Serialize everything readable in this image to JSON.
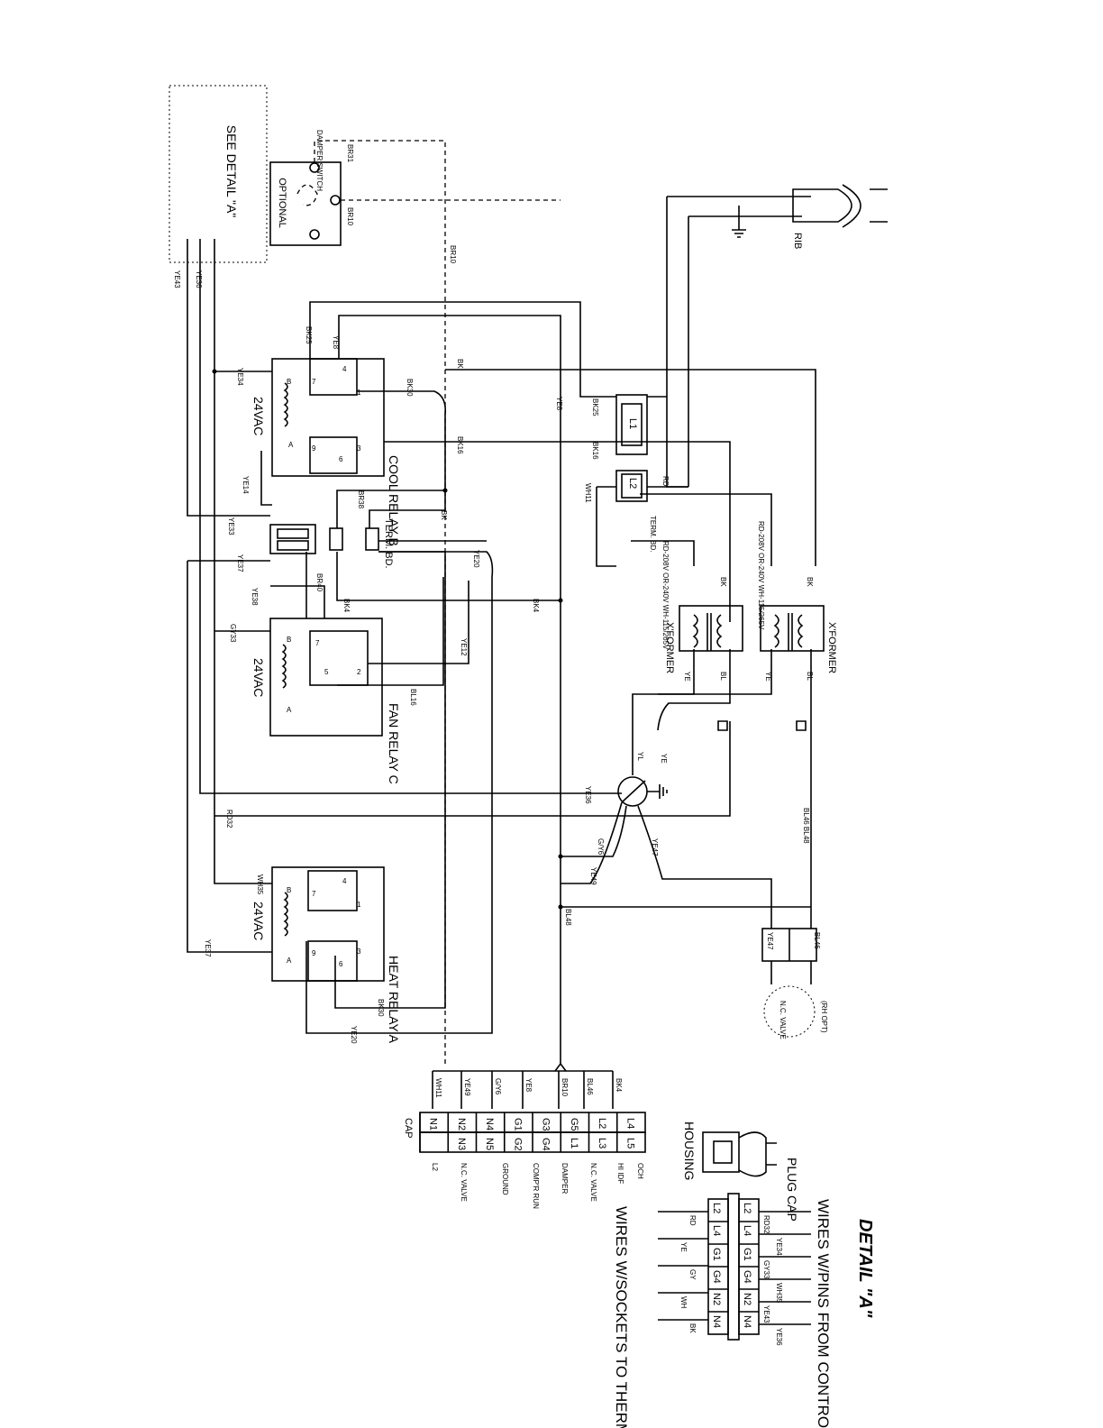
{
  "optional_box": {
    "see_detail": "SEE DETAIL \"A\"",
    "optional": "OPTIONAL",
    "damper_switch": "DAMPER SWITCH"
  },
  "power": {
    "cord_label": "RIB"
  },
  "cool_relay": {
    "coil_voltage": "24VAC",
    "name": "COOL RELAY B",
    "t7": "7",
    "t4": "4",
    "t1": "1",
    "t9": "9",
    "t6": "6",
    "t3": "3",
    "ta": "A",
    "tb": "B"
  },
  "fan_relay": {
    "coil_voltage": "24VAC",
    "name": "FAN RELAY C",
    "t7": "7",
    "t5": "5",
    "t2": "2",
    "ta": "A",
    "tb": "B"
  },
  "heat_relay": {
    "coil_voltage": "24VAC",
    "name": "HEAT RELAY A",
    "t7": "7",
    "t4": "4",
    "t1": "1",
    "t9": "9",
    "t6": "6",
    "t3": "3",
    "ta": "A",
    "tb": "B"
  },
  "term_bd_left": "TERM. BD.",
  "term_bd_right": "TERM. BD.",
  "term_l1": "L1",
  "term_l2": "L2",
  "xformer1": {
    "label": "X'FORMER",
    "primary": "RD-208V OR-240V WH-115/265V",
    "ye": "YE",
    "bl": "BL",
    "bk": "BK"
  },
  "xformer2": {
    "label": "X'FORMER",
    "primary": "RD-208V OR-240V WH-115/265V",
    "ye": "YE",
    "bl": "BL",
    "bk": "BK"
  },
  "valve": {
    "label": "N.C. VALVE",
    "note": "(RH OPT)"
  },
  "wire_labels": {
    "ye43": "YE43",
    "ye36": "YE36",
    "ye34": "YE34",
    "ye14": "YE14",
    "ye33": "YE33",
    "ye37": "YE37",
    "ye38": "YE38",
    "gy33": "GY33",
    "rd32": "RD32",
    "wh35": "WH35",
    "ye37b": "YE37",
    "ye20": "YE20",
    "ye20b": "YE20",
    "ye12": "YE12",
    "bl16": "BL16",
    "bk30": "BK30",
    "bk30b": "BK30",
    "bk25": "BK25",
    "bk25b": "BK25",
    "ye8": "YE8",
    "ye8b": "YE8",
    "bk": "BK",
    "bk16": "BK16",
    "bk16b": "BK16",
    "br38": "BR38",
    "bkterm": "BK",
    "br40": "BR40",
    "bk4": "BK4",
    "bk4b": "BK4",
    "br31": "BR31",
    "br10": "BR10",
    "br10b": "BR10",
    "wh11": "WH11",
    "rd": "RD",
    "yl": "YL",
    "ye": "YE",
    "ye36b": "YE36",
    "gy6": "G/Y6",
    "ye47": "YE47",
    "ye49": "YE49",
    "bl48": "BL48",
    "bl46": "BL46 BL48",
    "ye47b": "YE47",
    "bl46b": "BL46"
  },
  "cap_block": {
    "title": "CAP",
    "left_cells": [
      "N1",
      "N2",
      "N3",
      "N4",
      "N5",
      "G1",
      "G2",
      "G3",
      "G4",
      "G5",
      "L1",
      "L2",
      "L3",
      "L4",
      "L5"
    ],
    "wire_names": [
      "WH11",
      "",
      "YE49",
      "",
      "",
      "G/Y6",
      "",
      "YE8",
      "",
      "BR10",
      "BL46",
      "",
      "",
      "BK4",
      ""
    ],
    "function_labels": [
      "L2",
      "N.C. VALVE",
      "GROUND",
      "COMP'R RUN",
      "DAMPER",
      "N.C. VALVE",
      "HI IDF",
      "OCH"
    ]
  },
  "housing": {
    "label": "HOUSING",
    "plug_cap": "PLUG CAP"
  },
  "detail_a": {
    "title": "DETAIL \"A\"",
    "top_caption": "WIRES W/SOCKETS TO THERMOSTAT",
    "bottom_caption": "WIRES W/PINS FROM CONTROL",
    "connector_cells": [
      "L2",
      "L4",
      "G1",
      "G4",
      "N2",
      "N4"
    ],
    "socket_wires": [
      "RD",
      "YE",
      "GY",
      "WH",
      "BK"
    ],
    "pin_wires": [
      "RD32",
      "YE34",
      "GY33",
      "WH35",
      "YE43",
      "YE36"
    ]
  }
}
